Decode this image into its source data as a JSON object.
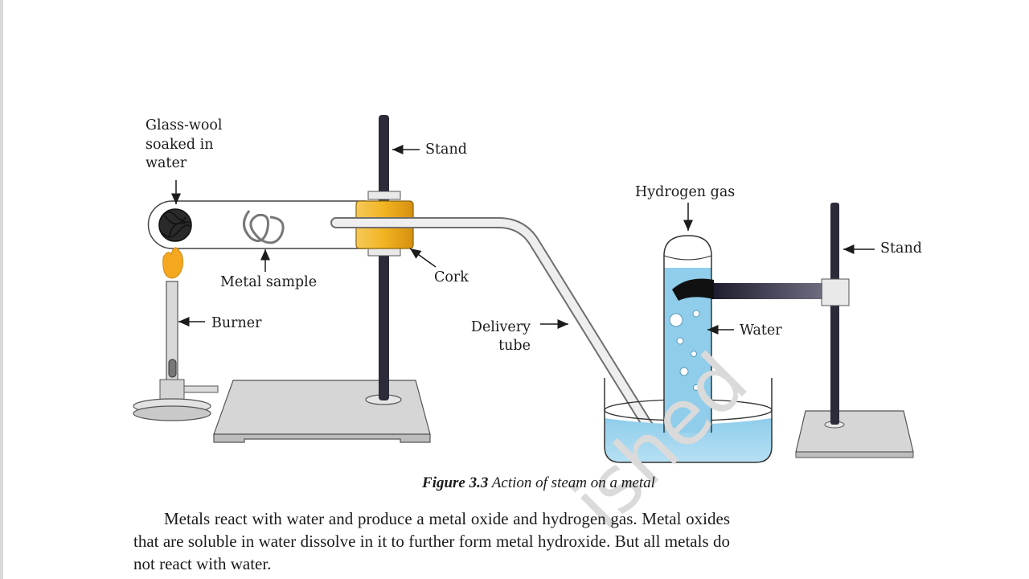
{
  "figure": {
    "labels": {
      "glass_wool": [
        "Glass-wool",
        "soaked in",
        "water"
      ],
      "stand_left": "Stand",
      "hydrogen_gas": "Hydrogen gas",
      "stand_right": "Stand",
      "metal_sample": "Metal sample",
      "cork": "Cork",
      "burner": "Burner",
      "delivery_tube": [
        "Delivery",
        "tube"
      ],
      "water": "Water"
    },
    "caption": {
      "number": "Figure 3.3",
      "text": "Action of steam on a metal"
    }
  },
  "body_text": "Metals react with water and produce a metal oxide and hydrogen gas. Metal oxides that are soluble in water dissolve in it to further form metal hydroxide. But all metals do not react with water.",
  "watermark_text": "ished",
  "colors": {
    "water": "#a9d8f0",
    "cork": "#f1b320",
    "flame": "#f4a820",
    "stand_rod": "#2b2b3a",
    "base": "#d4d4d4"
  }
}
